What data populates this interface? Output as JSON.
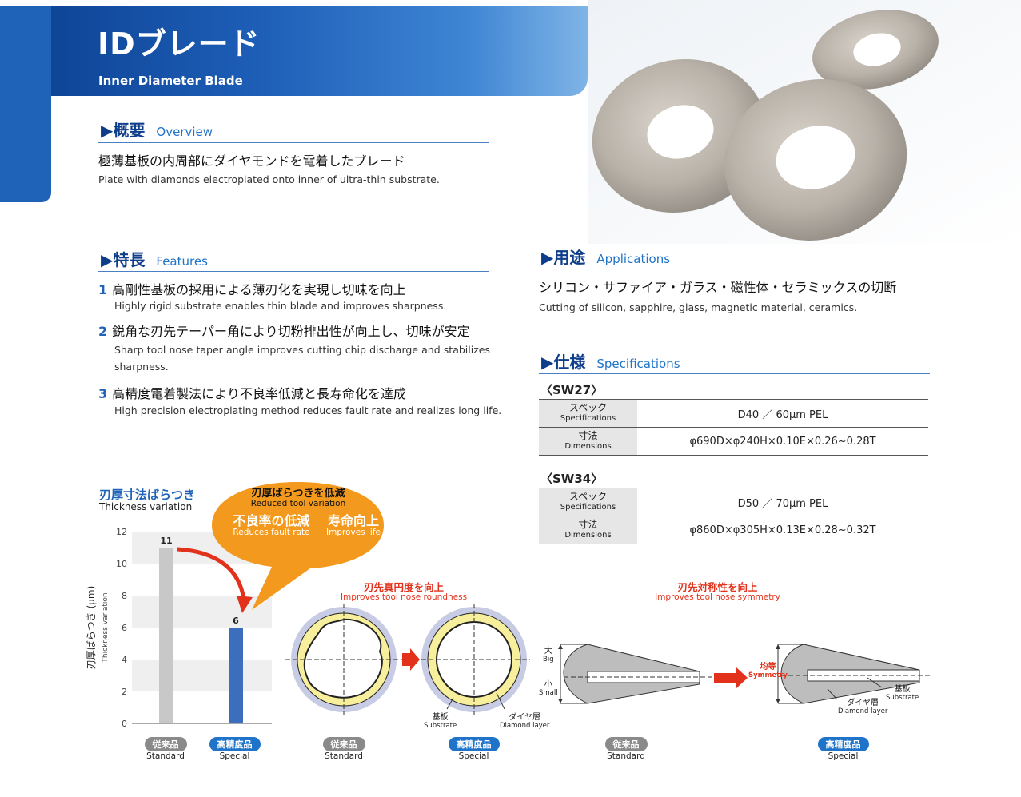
{
  "header": {
    "title": "IDブレード",
    "subtitle": "Inner Diameter Blade"
  },
  "overview": {
    "heading_jp": "▶概要",
    "heading_en": "Overview",
    "text_jp": "極薄基板の内周部にダイヤモンドを電着したブレード",
    "text_en": "Plate with diamonds electroplated onto inner of ultra-thin substrate."
  },
  "features": {
    "heading_jp": "▶特長",
    "heading_en": "Features",
    "items": [
      {
        "num": "1",
        "jp": "高剛性基板の採用による薄刃化を実現し切味を向上",
        "en": "Highly rigid substrate enables thin blade and improves sharpness."
      },
      {
        "num": "2",
        "jp": "鋭角な刃先テーパー角により切粉排出性が向上し、切味が安定",
        "en": "Sharp tool nose taper angle improves cutting chip discharge and stabilizes sharpness."
      },
      {
        "num": "3",
        "jp": "高精度電着製法により不良率低減と長寿命化を達成",
        "en": "High precision electroplating method reduces fault rate and realizes long life."
      }
    ]
  },
  "applications": {
    "heading_jp": "▶用途",
    "heading_en": "Applications",
    "text_jp": "シリコン・サファイア・ガラス・磁性体・セラミックスの切断",
    "text_en": "Cutting of silicon, sapphire, glass, magnetic material, ceramics."
  },
  "specifications": {
    "heading_jp": "▶仕様",
    "heading_en": "Specifications",
    "tables": [
      {
        "name": "〈SW27〉",
        "rows": [
          {
            "label_jp": "スペック",
            "label_en": "Specifications",
            "value": "D40 ／ 60μm PEL"
          },
          {
            "label_jp": "寸法",
            "label_en": "Dimensions",
            "value": "φ690D×φ240H×0.10E×0.26~0.28T"
          }
        ]
      },
      {
        "name": "〈SW34〉",
        "rows": [
          {
            "label_jp": "スペック",
            "label_en": "Specifications",
            "value": "D50 ／ 70μm PEL"
          },
          {
            "label_jp": "寸法",
            "label_en": "Dimensions",
            "value": "φ860D×φ305H×0.13E×0.28~0.32T"
          }
        ]
      }
    ]
  },
  "chart_data": {
    "type": "bar",
    "title": "刃厚寸法ばらつき",
    "subtitle": "Thickness variation",
    "ylabel": "刃厚ばらつき (μm)",
    "ylabel_en": "Thickness variation",
    "categories": [
      "従来品",
      "高精度品"
    ],
    "categories_en": [
      "Standard",
      "Special"
    ],
    "values": [
      11,
      6
    ],
    "ylim": [
      0,
      12
    ],
    "yticks": [
      0,
      2,
      4,
      6,
      8,
      10,
      12
    ],
    "bar_colors": [
      "#c8c8c8",
      "#3b6fbe"
    ],
    "grid_bands": true
  },
  "callout": {
    "head_jp": "刃厚ばらつきを低減",
    "head_en": "Reduced tool variation",
    "left_jp": "不良率の低減",
    "left_en": "Reduces fault rate",
    "right_jp": "寿命向上",
    "right_en": "Improves life"
  },
  "roundness": {
    "head_jp": "刃先真円度を向上",
    "head_en": "Improves tool nose roundness",
    "substrate_jp": "基板",
    "substrate_en": "Substrate",
    "diamond_jp": "ダイヤ層",
    "diamond_en": "Diamond layer"
  },
  "symmetry": {
    "head_jp": "刃先対称性を向上",
    "head_en": "Improves tool nose symmetry",
    "big_jp": "大",
    "big_en": "Big",
    "small_jp": "小",
    "small_en": "Small",
    "equal_jp": "均等",
    "equal_en": "Symmetry",
    "substrate_jp": "基板",
    "substrate_en": "Substrate",
    "diamond_jp": "ダイヤ層",
    "diamond_en": "Diamond layer"
  },
  "labels": {
    "standard_jp": "従来品",
    "standard_en": "Standard",
    "special_jp": "高精度品",
    "special_en": "Special"
  },
  "colors": {
    "brand_blue": "#1f63b9",
    "accent_red": "#e2321c",
    "callout_orange": "#f39a1e",
    "diamond_yellow": "#f7ef9c"
  }
}
